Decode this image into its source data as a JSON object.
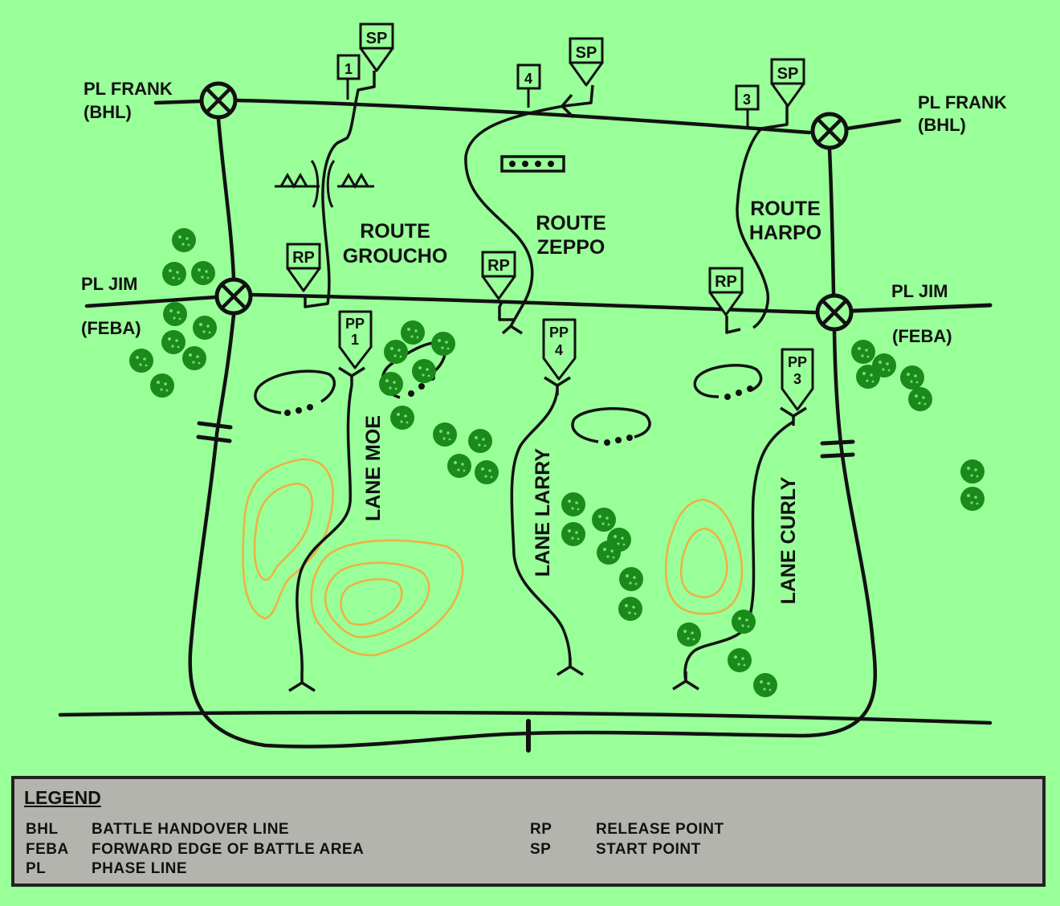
{
  "phase_lines": {
    "frank_left": "PL FRANK",
    "frank_left_sub": "(BHL)",
    "frank_right": "PL FRANK",
    "frank_right_sub": "(BHL)",
    "jim_left": "PL JIM",
    "jim_left_sub": "(FEBA)",
    "jim_right": "PL JIM",
    "jim_right_sub": "(FEBA)"
  },
  "routes": [
    {
      "line1": "ROUTE",
      "line2": "GROUCHO"
    },
    {
      "line1": "ROUTE",
      "line2": "ZEPPO"
    },
    {
      "line1": "ROUTE",
      "line2": "HARPO"
    }
  ],
  "lanes": [
    "LANE MOE",
    "LANE LARRY",
    "LANE CURLY"
  ],
  "points": {
    "sp": "SP",
    "rp": "RP",
    "pp": "PP",
    "numbers": [
      "1",
      "4",
      "3"
    ]
  },
  "legend": {
    "title": "LEGEND",
    "items": [
      {
        "abbr": "BHL",
        "meaning": "BATTLE HANDOVER LINE"
      },
      {
        "abbr": "FEBA",
        "meaning": "FORWARD EDGE OF BATTLE AREA"
      },
      {
        "abbr": "PL",
        "meaning": "PHASE LINE"
      },
      {
        "abbr": "RP",
        "meaning": "RELEASE POINT"
      },
      {
        "abbr": "SP",
        "meaning": "START POINT"
      }
    ]
  },
  "colors": {
    "background": "#99ff99",
    "lines": "#111111",
    "trees": "#1a8a1a",
    "contours": "#f0b040",
    "legend_bg": "#b4b4ae"
  }
}
